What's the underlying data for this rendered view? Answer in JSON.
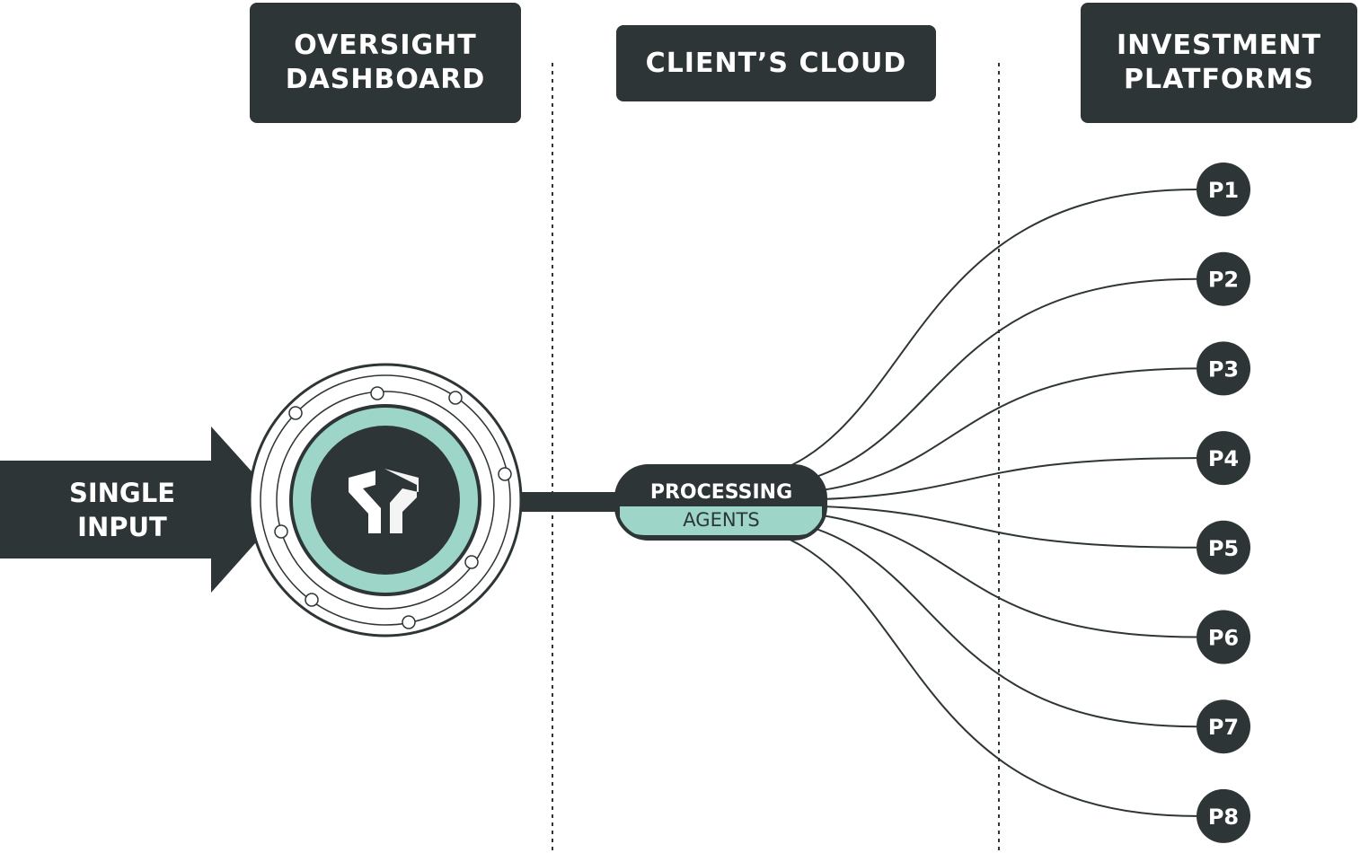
{
  "headers": {
    "oversight": [
      "OVERSIGHT",
      "DASHBOARD"
    ],
    "cloud": "CLIENT’S CLOUD",
    "platforms": [
      "INVESTMENT",
      "PLATFORMS"
    ]
  },
  "input": [
    "SINGLE",
    "INPUT"
  ],
  "processing": {
    "top": "PROCESSING",
    "bottom": "AGENTS"
  },
  "platforms": [
    "P1",
    "P2",
    "P3",
    "P4",
    "P5",
    "P6",
    "P7",
    "P8"
  ],
  "colors": {
    "dark": "#2e3537",
    "accent": "#9dd5c8",
    "background": "#ffffff"
  },
  "icons": {
    "hub": "logo-icon"
  }
}
